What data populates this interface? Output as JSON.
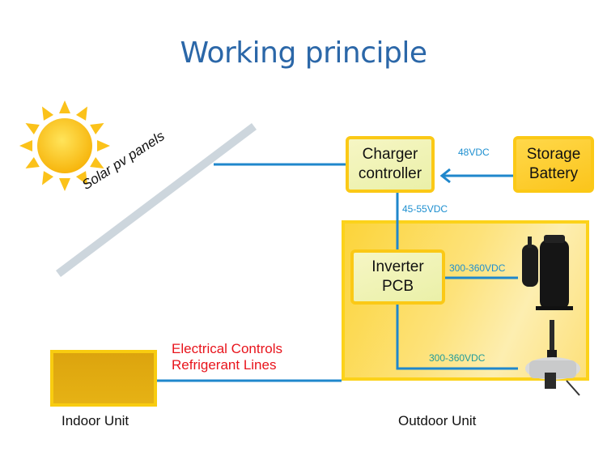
{
  "title": "Working principle",
  "solar": {
    "panel_label": "Solar pv panels",
    "sun_color": "#fbc21a"
  },
  "nodes": {
    "charger": [
      "Charger",
      "controller"
    ],
    "battery": [
      "Storage",
      "Battery"
    ],
    "inverter": [
      "Inverter",
      "PCB"
    ],
    "indoor_unit": "Indoor Unit",
    "outdoor_unit": "Outdoor Unit",
    "compressor": "compressor-image",
    "fan_motor": "fan-motor-image"
  },
  "connections": {
    "battery_to_charger": "48VDC",
    "charger_to_inverter": "45-55VDC",
    "inverter_to_compressor": "300-360VDC",
    "inverter_to_fan_motor": "300-360VDC",
    "indoor_to_outdoor": [
      "Electrical Controls",
      "Refrigerant Lines"
    ]
  },
  "colors": {
    "title": "#2b67a8",
    "wire": "#1f87cc",
    "voltage_label": "#1d8fd0",
    "red_label": "#e8141c",
    "box_border": "#fbc916"
  }
}
